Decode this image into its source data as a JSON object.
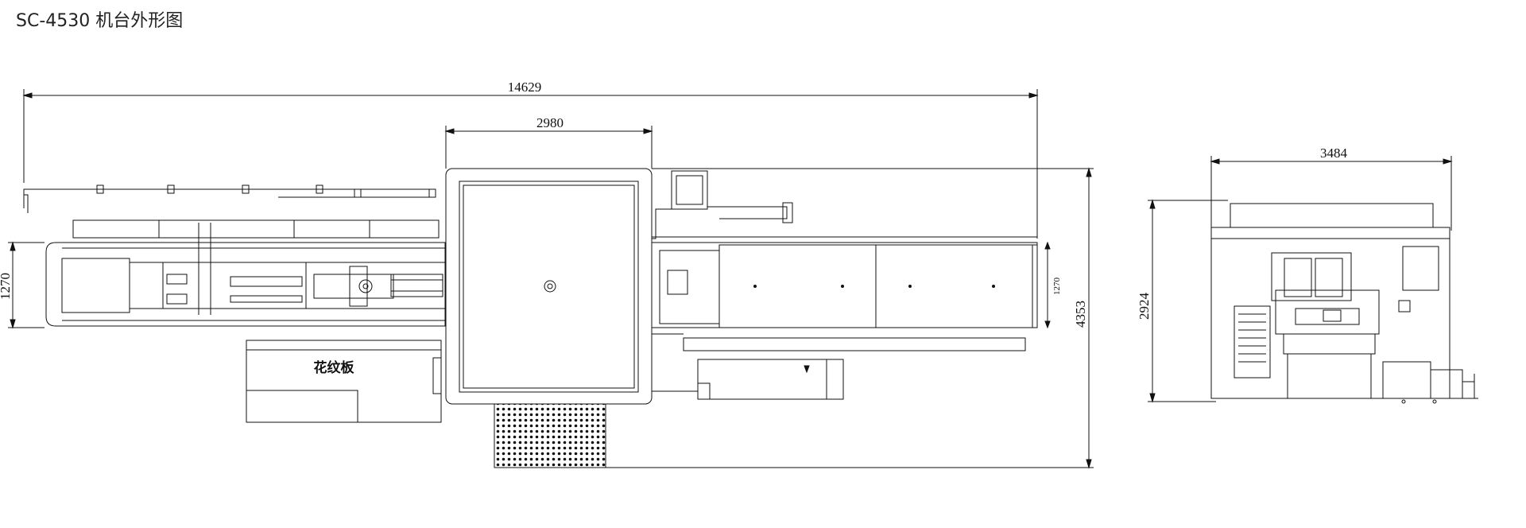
{
  "title": "SC-4530 机台外形图",
  "top_view": {
    "dim_overall_length": "14629",
    "dim_platform_width": "2980",
    "dim_left_height": "1270",
    "dim_right_small": "1270",
    "dim_overall_height": "4353",
    "label_plate": "花纹板"
  },
  "side_view": {
    "dim_width": "3484",
    "dim_height": "2924"
  }
}
